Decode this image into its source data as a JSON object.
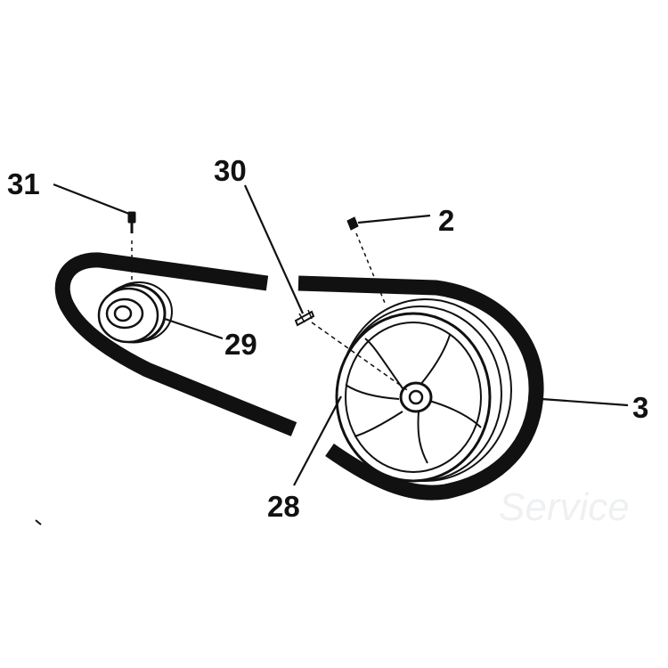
{
  "diagram": {
    "colors": {
      "ink": "#111111",
      "paper": "#ffffff",
      "watermark": "#eef0f2"
    },
    "callouts": [
      {
        "id": "31",
        "text": "31"
      },
      {
        "id": "30",
        "text": "30"
      },
      {
        "id": "2",
        "text": "2"
      },
      {
        "id": "29",
        "text": "29"
      },
      {
        "id": "3",
        "text": "3"
      },
      {
        "id": "28",
        "text": "28"
      }
    ],
    "watermark": "Service"
  }
}
